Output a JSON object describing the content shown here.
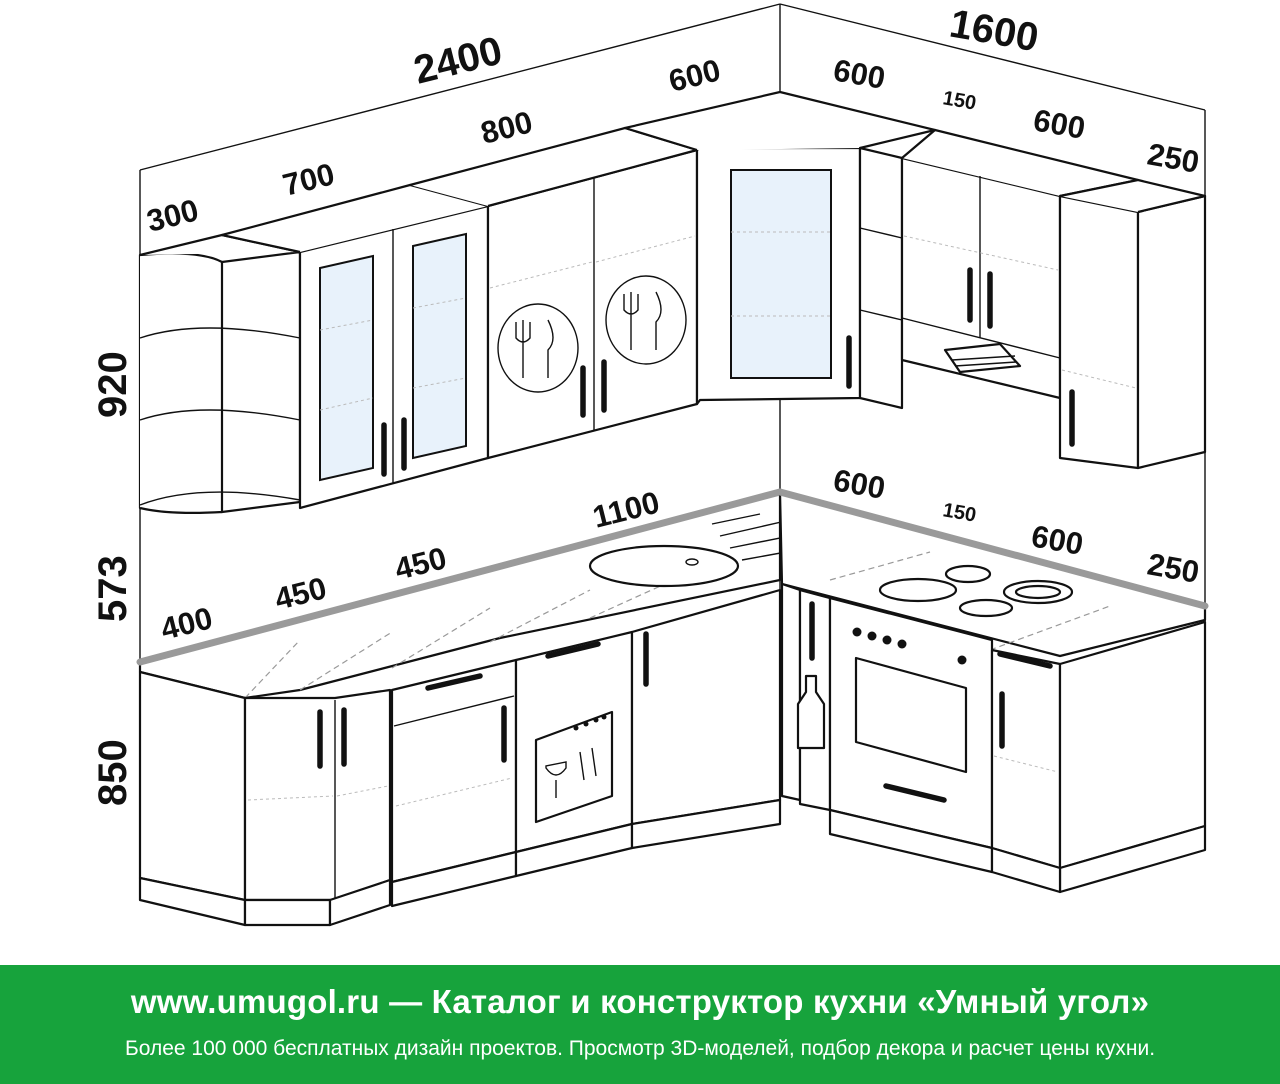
{
  "dimensions": {
    "upper_total_left": "2400",
    "upper_total_right": "1600",
    "upper_left_corner_shelf": "300",
    "upper_glass_cabinet": "700",
    "upper_plate_cabinet": "800",
    "upper_corner_left": "600",
    "upper_corner_right": "600",
    "upper_gap": "150",
    "upper_hood_cabinet": "600",
    "upper_end_cabinet": "250",
    "height_upper": "920",
    "height_backsplash": "573",
    "height_base": "850",
    "base_corner": "400",
    "base_drawers": "450",
    "base_dishwasher": "450",
    "base_sink": "1100",
    "base_corner_right": "600",
    "base_gap": "150",
    "base_oven": "600",
    "base_end": "250"
  },
  "footer": {
    "title": "www.umugol.ru  —  Каталог и конструктор кухни «Умный угол»",
    "subtitle": "Более 100 000 бесплатных дизайн проектов. Просмотр 3D-моделей, подбор декора и расчет цены кухни."
  },
  "colors": {
    "footer_bg": "#17a33c",
    "glass": "#e8f2fb",
    "countertop_edge": "#9a9a9a"
  }
}
